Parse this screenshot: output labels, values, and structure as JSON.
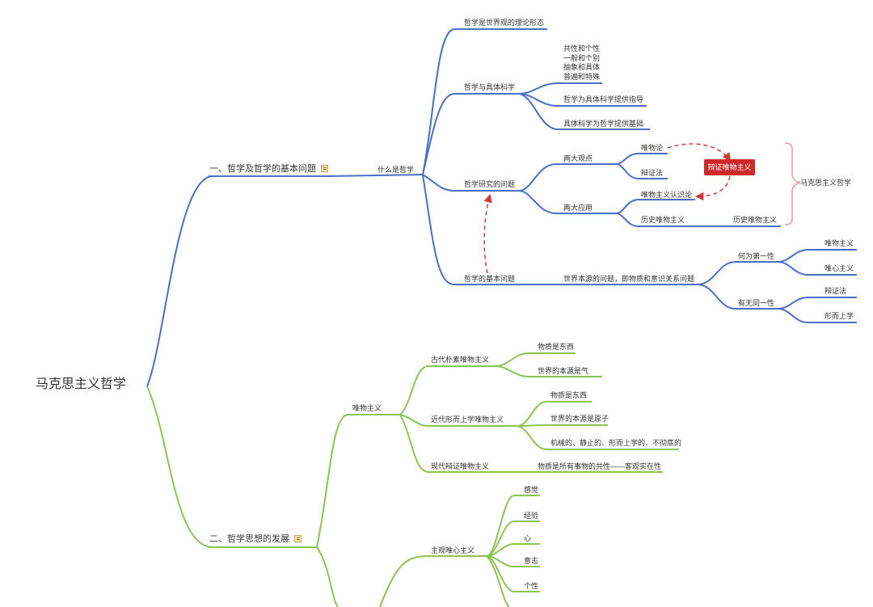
{
  "root": "马克思主义哲学",
  "colors": {
    "blue": "#4a6fc4",
    "green": "#8cc456",
    "red": "#d23a3a",
    "brace": "#e39a9a"
  },
  "section1": {
    "title": "一、哲学及哲学的基本问题",
    "what": "什么是哲学",
    "worldview": "哲学是世界观的理论形态",
    "science": {
      "label": "哲学与具体科学",
      "pairs": [
        "共性和个性",
        "一般和个别",
        "抽象和具体",
        "普遍和特殊"
      ],
      "guide": "哲学为具体科学提供指导",
      "base": "具体科学为哲学提供基础"
    },
    "research": {
      "label": "哲学研究的问题",
      "views": "两大观点",
      "materialism": "唯物论",
      "dialectics": "辩证法",
      "applications": "两大应用",
      "epistemology": "唯物主义认识论",
      "historical": "历史唯物主义",
      "historical2": "历史唯物主义",
      "badge": "辩证唯物主义",
      "brace_label": "马克思主义哲学"
    },
    "basic": {
      "label": "哲学的基本问题",
      "origin": "世界本源的问题，即物质和意识关系问题",
      "which_first": "何为第一性",
      "mat": "唯物主义",
      "ideal": "唯心主义",
      "identity": "有无同一性",
      "dial": "辩证法",
      "meta": "形而上学"
    }
  },
  "section2": {
    "title": "二、哲学思想的发展",
    "materialism": {
      "label": "唯物主义",
      "ancient": {
        "label": "古代朴素唯物主义",
        "items": [
          "物质是东西",
          "世界的本源是气"
        ]
      },
      "modern": {
        "label": "近代形而上学唯物主义",
        "items": [
          "物质是东西",
          "世界的本源是原子",
          "机械的、静止的、形而上学的、不彻底的"
        ]
      },
      "dialectical": {
        "label": "现代辩证唯物主义",
        "item": "物质是所有事物的共性——客观实在性"
      }
    },
    "idealism": {
      "label": "主观唯心主义",
      "items": [
        "感觉",
        "经验",
        "心",
        "意志",
        "个性"
      ]
    }
  }
}
